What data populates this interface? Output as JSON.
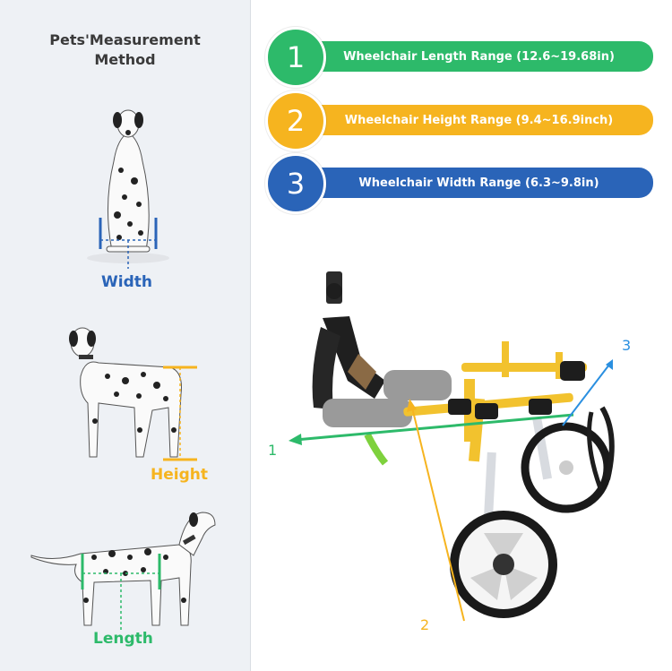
{
  "left_panel": {
    "title_line1": "Pets'Measurement",
    "title_line2": "Method",
    "width_label": "Width",
    "height_label": "Height",
    "length_label": "Length"
  },
  "ranges": [
    {
      "number": "1",
      "label": "Wheelchair Length Range (12.6~19.68in)",
      "color": "#2dba6a"
    },
    {
      "number": "2",
      "label": "Wheelchair Height Range (9.4~16.9inch)",
      "color": "#f6b41f"
    },
    {
      "number": "3",
      "label": "Wheelchair Width Range (6.3~9.8in)",
      "color": "#2a64b8"
    }
  ],
  "diagram_numbers": {
    "length": "1",
    "height": "2",
    "width": "3"
  },
  "colors": {
    "green": "#2dba6a",
    "yellow": "#f6b41f",
    "blue": "#2a64b8",
    "frame": "#f2c22e"
  }
}
